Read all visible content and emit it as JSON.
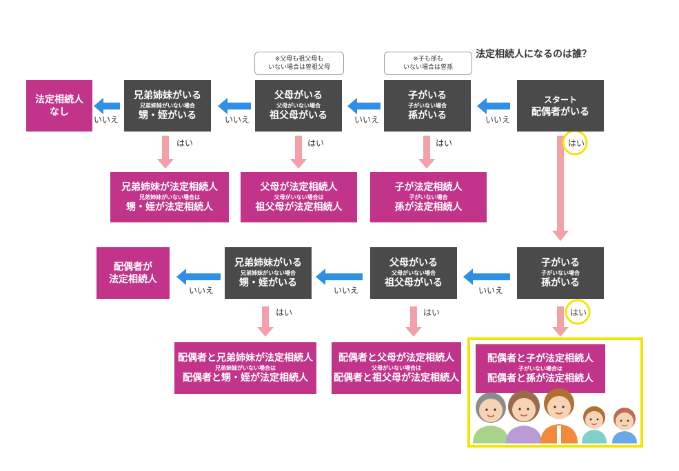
{
  "title": "法定相続人になるのは誰？",
  "notes": {
    "parents": [
      "※父母も祖父母も",
      "いない場合は曽祖父母"
    ],
    "children": [
      "※子も孫も",
      "いない場合は曽孫"
    ]
  },
  "row1": {
    "start": {
      "line1": "スタート",
      "line2": "配偶者がいる"
    },
    "children": {
      "main": "子がいる",
      "sub": "子がいない場合",
      "alt": "孫がいる"
    },
    "parents": {
      "main": "父母がいる",
      "sub": "父母がいない場合",
      "alt": "祖父母がいる"
    },
    "siblings": {
      "main": "兄弟姉妹がいる",
      "sub": "兄弟姉妹がいない場合",
      "alt": "甥・姪がいる"
    },
    "none": {
      "line1": "法定相続人",
      "line2": "なし"
    }
  },
  "row1_results": {
    "children": {
      "main": "子が法定相続人",
      "sub": "子がいない場合",
      "alt": "孫が法定相続人"
    },
    "parents": {
      "main": "父母が法定相続人",
      "sub": "父母がいない場合は",
      "alt": "祖父母が法定相続人"
    },
    "siblings": {
      "main": "兄弟姉妹が法定相続人",
      "sub": "兄弟姉妹がいない場合は",
      "alt": "甥・姪が法定相続人"
    }
  },
  "row2": {
    "children": {
      "main": "子がいる",
      "sub": "子がいない場合",
      "alt": "孫がいる"
    },
    "parents": {
      "main": "父母がいる",
      "sub": "父母がいない場合",
      "alt": "祖父母がいる"
    },
    "siblings": {
      "main": "兄弟姉妹がいる",
      "sub": "兄弟姉妹がいない場合",
      "alt": "甥・姪がいる"
    },
    "spouse_only": {
      "line1": "配偶者が",
      "line2": "法定相続人"
    }
  },
  "row2_results": {
    "children": {
      "main": "配偶者と子が法定相続人",
      "sub": "子がいない場合は",
      "alt": "配偶者と孫が法定相続人"
    },
    "parents": {
      "main": "配偶者と父母が法定相続人",
      "sub": "父母がいない場合は",
      "alt": "配偶者と祖父母が法定相続人"
    },
    "siblings": {
      "main": "配偶者と兄弟姉妹が法定相続人",
      "sub": "兄弟姉妹がいない場合は",
      "alt": "配偶者と甥・姪が法定相続人"
    }
  },
  "labels": {
    "yes": "はい",
    "no": "いいえ"
  },
  "colors": {
    "dark_box": "#4a4a4a",
    "magenta_box": "#c2338a",
    "yes_arrow": "#f4a0a8",
    "no_arrow": "#2e8fe6",
    "highlight": "#f2e600"
  }
}
